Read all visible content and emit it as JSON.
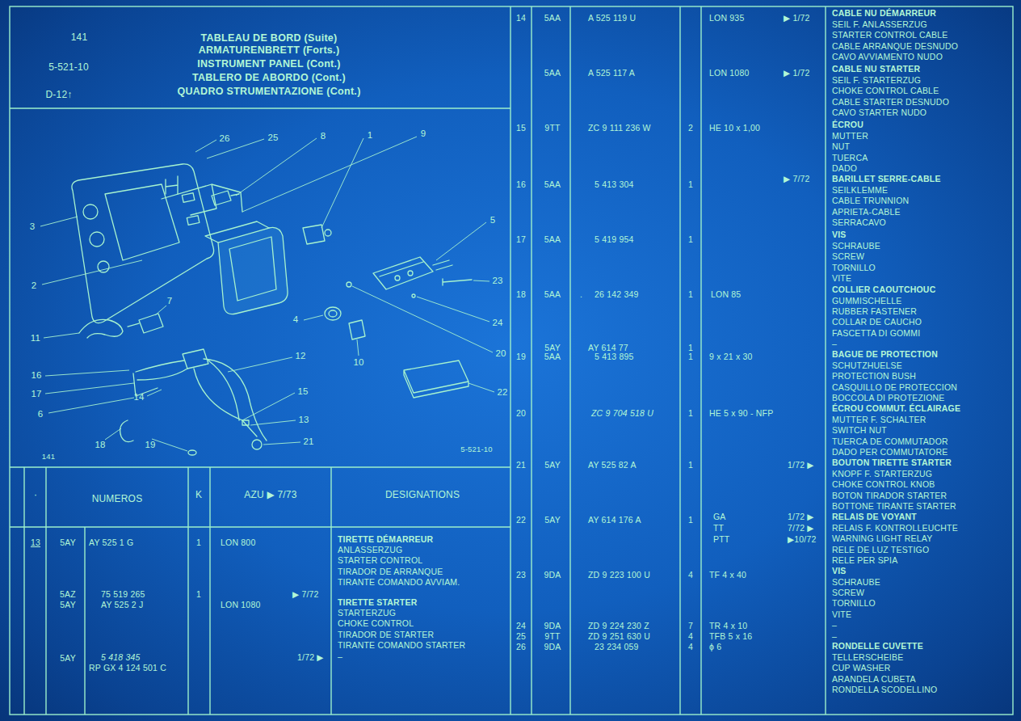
{
  "diagram": {
    "title": "TABLEAU DE BORD (Suite)",
    "nodes": [
      {
        "text": [
          "141",
          "5-521-10",
          "D-12↑",
          "ARMATURENBRETT (Forts.)",
          "INSTRUMENT PANEL (Cont.)",
          "TABLERO DE ABORDO (Cont.)",
          "QUADRO STRUMENTAZIONE (Cont.)"
        ]
      },
      {
        "text": [
          "141",
          "5-521-10"
        ]
      }
    ],
    "labels": [
      "26",
      "25",
      "8",
      "1",
      "9",
      "3",
      "5",
      "2",
      "23",
      "7",
      "24",
      "11",
      "4",
      "20",
      "12",
      "10",
      "16",
      "17",
      "22",
      "15",
      "14",
      "6",
      "13",
      "18",
      "19",
      "21",
      "·",
      "NUMEROS",
      "K",
      "AZU ▶ 7/73",
      "DESIGNATIONS",
      "13",
      "5AY",
      "AY 525 1 G",
      "1",
      "LON 800",
      "TIRETTE DÉMARREUR",
      "ANLASSERZUG",
      "STARTER CONTROL",
      "TIRADOR DE ARRANQUE",
      "TIRANTE COMANDO AVVIAM.",
      "5AZ",
      "75 519 265",
      "1",
      "▶ 7/72",
      "5AY",
      "AY 525 2 J",
      "LON 1080",
      "TIRETTE STARTER",
      "STARTERZUG",
      "CHOKE CONTROL",
      "TIRADOR DE STARTER",
      "TIRANTE COMANDO STARTER",
      "–",
      "5AY",
      "5 418 345",
      "RP GX 4 124 501 C",
      "1/72 ▶",
      "14",
      "5AA",
      "A 525 119 U",
      "LON 935",
      "▶ 1/72",
      "5AA",
      "A 525 117 A",
      "LON 1080",
      "▶ 1/72",
      "CABLE NU DÉMARREUR",
      "SEIL F. ANLASSERZUG",
      "STARTER CONTROL CABLE",
      "CABLE ARRANQUE DESNUDO",
      "CAVO AVVIAMENTO NUDO",
      "CABLE NU STARTER",
      "SEIL F. STARTERZUG",
      "CHOKE CONTROL CABLE",
      "CABLE STARTER DESNUDO",
      "CAVO STARTER NUDO",
      "15",
      "9TT",
      "ZC 9 111 236 W",
      "2",
      "HE 10 x 1,00",
      "ÉCROU",
      "MUTTER",
      "NUT",
      "TUERCA",
      "DADO",
      "16",
      "5AA",
      "5 413 304",
      "1",
      "▶ 7/72",
      "BARILLET SERRE-CABLE",
      "SEILKLEMME",
      "CABLE TRUNNION",
      "APRIETA-CABLE",
      "SERRACAVO",
      "17",
      "5AA",
      "5 419 954",
      "1",
      "VIS",
      "SCHRAUBE",
      "SCREW",
      "TORNILLO",
      "VITE",
      "18",
      "5AA",
      ".",
      "26 142 349",
      "1",
      "LON 85",
      "COLLIER CAOUTCHOUC",
      "GUMMISCHELLE",
      "RUBBER FASTENER",
      "COLLAR DE CAUCHO",
      "FASCETTA DI GOMMI",
      "–",
      "5AY",
      "AY 614 77",
      "1",
      "19",
      "5AA",
      "5 413 895",
      "1",
      "9 x 21 x 30",
      "BAGUE DE PROTECTION",
      "SCHUTZHUELSE",
      "PROTECTION BUSH",
      "CASQUILLO DE PROTECCION",
      "BOCCOLA DI PROTEZIONE",
      "20",
      "ZC 9 704 518 U",
      "1",
      "HE 5 x 90 - NFP",
      "ÉCROU COMMUT. ÉCLAIRAGE",
      "MUTTER F. SCHALTER",
      "SWITCH NUT",
      "TUERCA DE COMMUTADOR",
      "DADO PER COMMUTATORE",
      "21",
      "5AY",
      "AY 525 82 A",
      "1",
      "1/72 ▶",
      "BOUTON TIRETTE STARTER",
      "KNOPF F. STARTERZUG",
      "CHOKE CONTROL KNOB",
      "BOTON TIRADOR STARTER",
      "BOTTONE TIRANTE STARTER",
      "22",
      "5AY",
      "AY 614 176 A",
      "1",
      "GA",
      "TT",
      "PTT",
      "1/72 ▶",
      "7/72 ▶",
      "▶10/72",
      "RELAIS DE VOYANT",
      "RELAIS F. KONTROLLEUCHTE",
      "WARNING LIGHT RELAY",
      "RELE DE LUZ TESTIGO",
      "RELE PER SPIA",
      "23",
      "9DA",
      "ZD 9 223 100 U",
      "4",
      "TF 4 x 40",
      "VIS",
      "SCHRAUBE",
      "SCREW",
      "TORNILLO",
      "VITE",
      "–",
      "–",
      "24",
      "9DA",
      "ZD 9 224 230 Z",
      "7",
      "TR 4 x 10",
      "25",
      "9TT",
      "ZD 9 251 630 U",
      "4",
      "TFB 5 x 16",
      "26",
      "9DA",
      "23 234 059",
      "4",
      "ϕ 6",
      "RONDELLE CUVETTE",
      "TELLERSCHEIBE",
      "CUP WASHER",
      "ARANDELA CUBETA",
      "RONDELLA SCODELLINO"
    ]
  }
}
